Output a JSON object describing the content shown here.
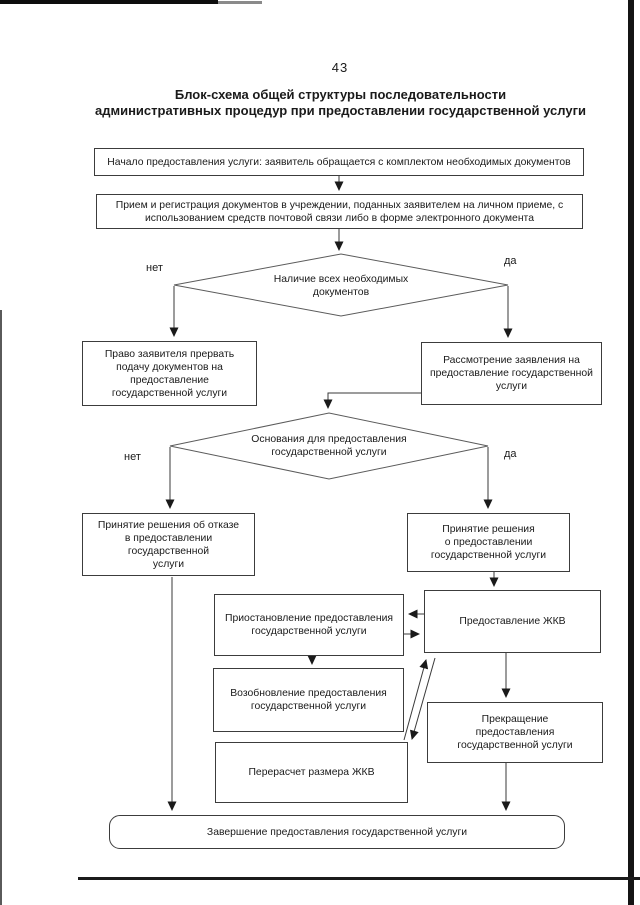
{
  "page": {
    "number": "43",
    "title": "Блок-схема общей структуры последовательности\nадминистративных процедур при предоставлении государственной услуги"
  },
  "flowchart": {
    "nodes": {
      "start": "Начало предоставления услуги: заявитель обращается с комплектом необходимых документов",
      "receive": "Прием и регистрация документов в учреждении, поданных заявителем на личном приеме, с\nиспользованием средств почтовой связи либо в форме электронного документа",
      "decision_docs": "Наличие всех необходимых\nдокументов",
      "interrupt": "Право заявителя прервать\nподачу документов на\nпредоставление\nгосударственной услуги",
      "review": "Рассмотрение заявления на\nпредоставление государственной\nуслуги",
      "decision_grounds": "Основания для предоставления\nгосударственной услуги",
      "refuse": "Принятие решения об отказе\nв предоставлении\nгосударственной\nуслуги",
      "grant": "Принятие решения\nо предоставлении\nгосударственной услуги",
      "suspend": "Приостановление предоставления\nгосударственной услуги",
      "zhkv": "Предоставление ЖКВ",
      "resume": "Возобновление предоставления\nгосударственной услуги",
      "stop": "Прекращение\nпредоставления\nгосударственной услуги",
      "recalc": "Перерасчет размера ЖКВ",
      "end": "Завершение предоставления государственной услуги"
    },
    "labels": {
      "no": "нет",
      "yes": "да"
    }
  }
}
